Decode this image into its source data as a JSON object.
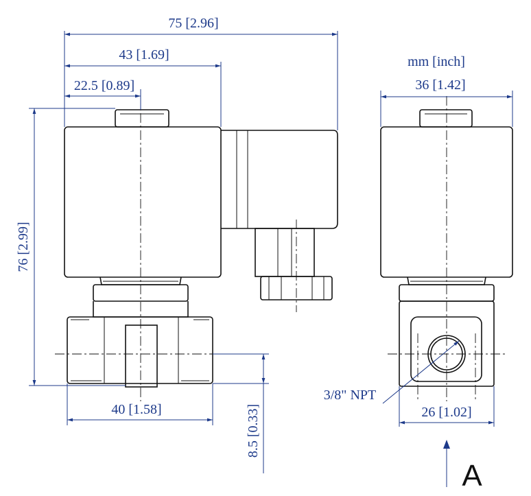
{
  "units_label": "mm [inch]",
  "view_label": "A",
  "thread_label": "3/8\" NPT",
  "dimensions": {
    "overall_width": "75  [2.96]",
    "coil_width": "43  [1.69]",
    "center_offset": "22.5  [0.89]",
    "overall_height": "76  [2.99]",
    "port_length": "40  [1.58]",
    "port_offset": "8.5  [0.33]",
    "side_width": "36  [1.42]",
    "side_body_width": "26  [1.02]"
  },
  "colors": {
    "dimension": "#1d3a8a",
    "outline": "#111111"
  }
}
